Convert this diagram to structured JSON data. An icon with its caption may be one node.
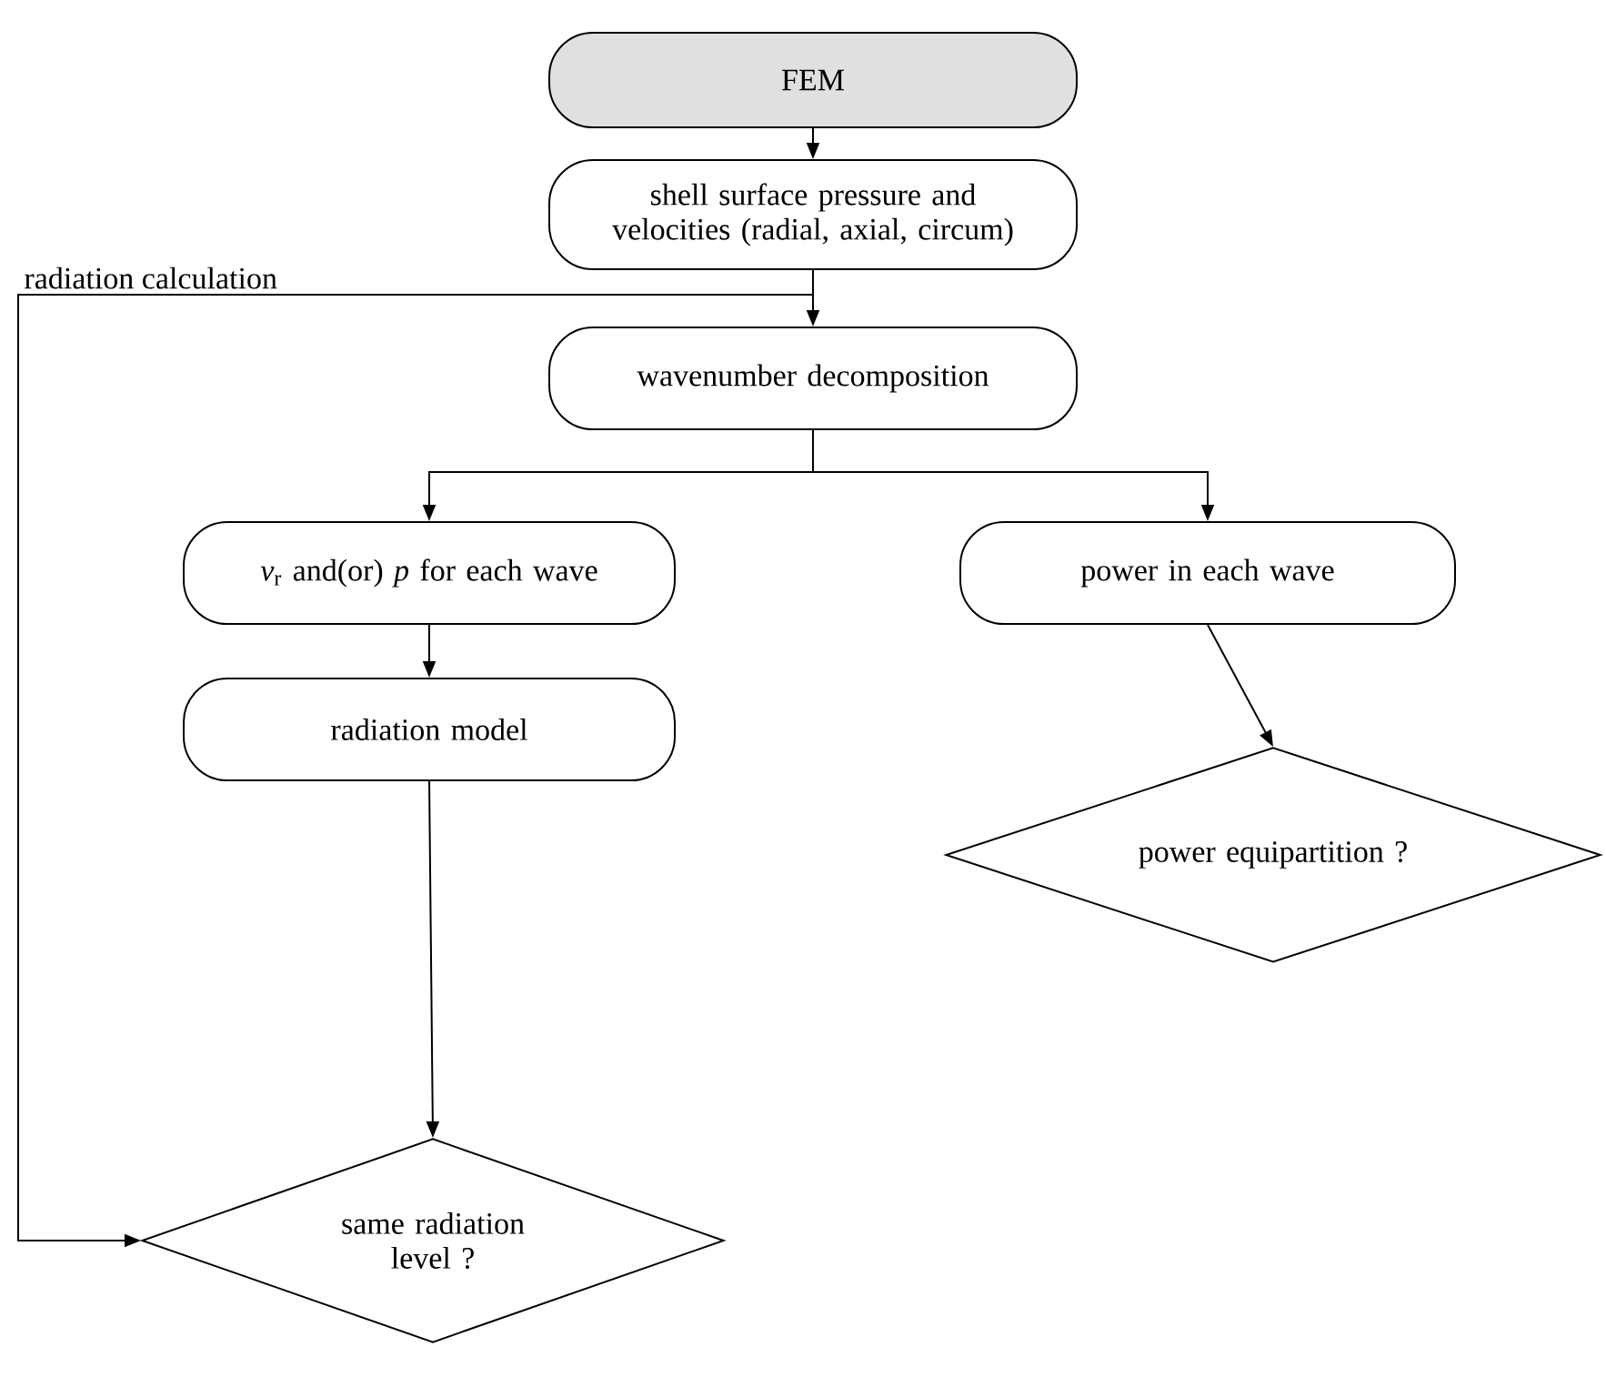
{
  "diagram": {
    "nodes": [
      {
        "text": [
          "FEM"
        ]
      },
      {
        "text": [
          "shell surface pressure and velocities (radial, axial, circum)"
        ]
      },
      {
        "text": [
          "wavenumber decomposition"
        ]
      },
      {
        "text": [
          "*v*$_{r}$ and(or) *p* for each wave"
        ]
      },
      {
        "text": [
          "power in each wave"
        ]
      },
      {
        "text": [
          "radiation model"
        ]
      },
      {
        "text": [
          "power equipartition ?"
        ]
      },
      {
        "text": [
          "same radiation level ?"
        ]
      }
    ],
    "edges": [
      {
        "from": 0,
        "to": 1,
        "arrow": "to"
      },
      {
        "from": 1,
        "to": 2,
        "arrow": "to"
      },
      {
        "from": 2,
        "to": 3,
        "arrow": "to"
      },
      {
        "from": 2,
        "to": 4,
        "arrow": "to"
      },
      {
        "from": 3,
        "to": 5,
        "arrow": "to"
      },
      {
        "from": 4,
        "to": 6,
        "arrow": "to"
      },
      {
        "from": 5,
        "to": 7,
        "arrow": "to"
      },
      {
        "from": 1,
        "to": 7,
        "arrow": "to",
        "label": "radiation calculation"
      }
    ]
  }
}
